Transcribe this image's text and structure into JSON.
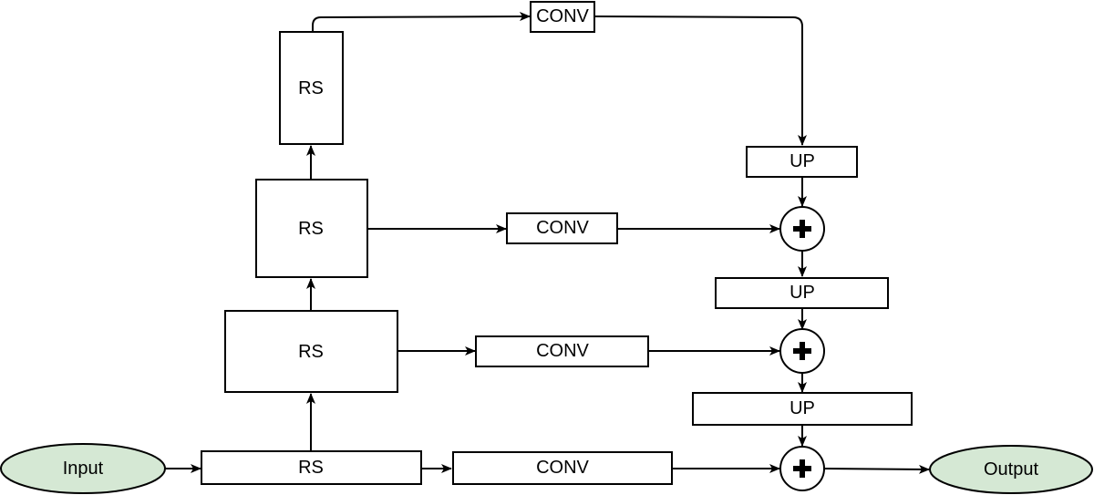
{
  "diagram": {
    "title": "",
    "nodes": {
      "input": {
        "label": "Input",
        "kind": "terminal"
      },
      "output": {
        "label": "Output",
        "kind": "terminal"
      },
      "rs1": {
        "label": "RS",
        "kind": "process"
      },
      "rs2": {
        "label": "RS",
        "kind": "process"
      },
      "rs3": {
        "label": "RS",
        "kind": "process"
      },
      "rs4": {
        "label": "RS",
        "kind": "process"
      },
      "conv1": {
        "label": "CONV",
        "kind": "process"
      },
      "conv2": {
        "label": "CONV",
        "kind": "process"
      },
      "conv3": {
        "label": "CONV",
        "kind": "process"
      },
      "conv4": {
        "label": "CONV",
        "kind": "process"
      },
      "up1": {
        "label": "UP",
        "kind": "process"
      },
      "up2": {
        "label": "UP",
        "kind": "process"
      },
      "up3": {
        "label": "UP",
        "kind": "process"
      },
      "add1": {
        "label": "+",
        "kind": "sum"
      },
      "add2": {
        "label": "+",
        "kind": "sum"
      },
      "add3": {
        "label": "+",
        "kind": "sum"
      }
    },
    "edges": [
      [
        "input",
        "rs1"
      ],
      [
        "rs1",
        "rs2"
      ],
      [
        "rs2",
        "rs3"
      ],
      [
        "rs3",
        "rs4"
      ],
      [
        "rs1",
        "conv1"
      ],
      [
        "rs2",
        "conv2"
      ],
      [
        "rs3",
        "conv3"
      ],
      [
        "rs4",
        "conv4"
      ],
      [
        "conv4",
        "up1"
      ],
      [
        "up1",
        "add1"
      ],
      [
        "conv3",
        "add1"
      ],
      [
        "add1",
        "up2"
      ],
      [
        "up2",
        "add2"
      ],
      [
        "conv2",
        "add2"
      ],
      [
        "add2",
        "up3"
      ],
      [
        "up3",
        "add3"
      ],
      [
        "conv1",
        "add3"
      ],
      [
        "add3",
        "output"
      ]
    ],
    "colors": {
      "terminal_fill": "#d5e8d4",
      "stroke": "#000000",
      "box_fill": "#ffffff"
    }
  }
}
